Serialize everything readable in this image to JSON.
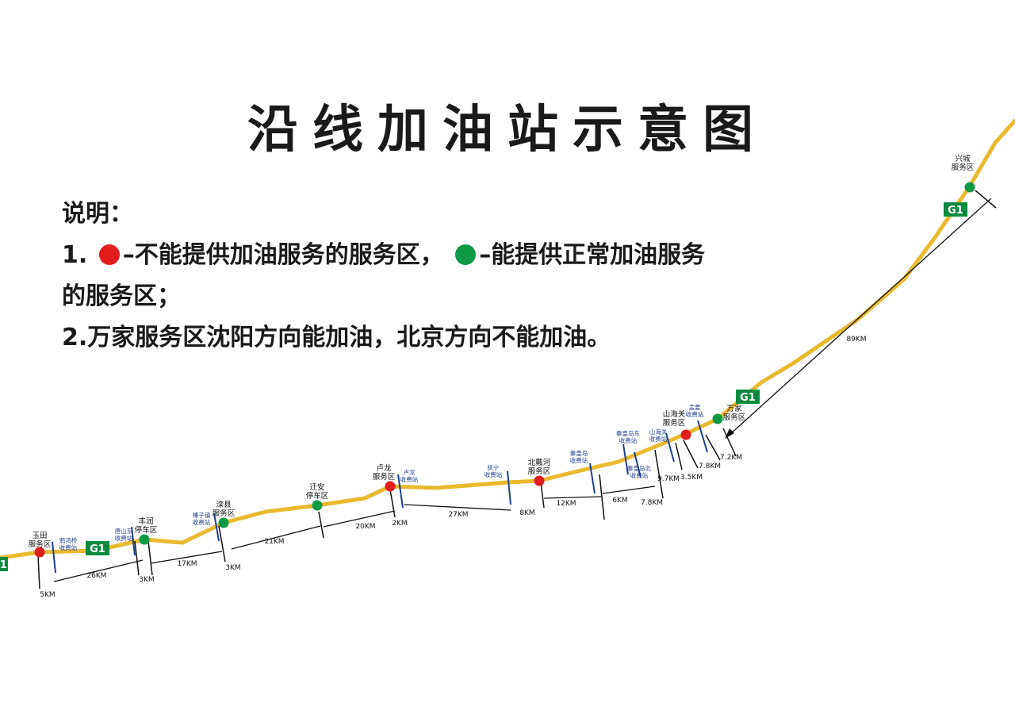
{
  "title": "沿线加油站示意图",
  "legend": {
    "heading": "说明：",
    "line1_prefix": "1.",
    "red_text": "–不能提供加油服务的服务区，",
    "green_text": "–能提供正常加油服务",
    "line1_cont": "的服务区；",
    "line2": "2.万家服务区沈阳方向能加油，北京方向不能加油。"
  },
  "colors": {
    "road": "#e9b92e",
    "red": "#e21d1d",
    "green": "#0f9a45",
    "toll_line": "#1f3f8f",
    "g1": "#0d8a3f"
  },
  "route": "G1",
  "service_areas": [
    {
      "name": [
        "玉田",
        "服务区"
      ],
      "status": "red"
    },
    {
      "name": [
        "丰润",
        "停车区"
      ],
      "status": "green"
    },
    {
      "name": [
        "滦县",
        "服务区"
      ],
      "status": "green"
    },
    {
      "name": [
        "迁安",
        "停车区"
      ],
      "status": "green"
    },
    {
      "name": [
        "卢龙",
        "服务区"
      ],
      "status": "red"
    },
    {
      "name": [
        "北戴河",
        "服务区"
      ],
      "status": "red"
    },
    {
      "name": [
        "山海关",
        "服务区"
      ],
      "status": "red"
    },
    {
      "name": [
        "万家",
        "服务区"
      ],
      "status": "green"
    },
    {
      "name": [
        "兴城",
        "服务区"
      ],
      "status": "green"
    }
  ],
  "toll_stations": [
    [
      "鸦鸿桥",
      "收费站"
    ],
    [
      "唐山东",
      "收费站"
    ],
    [
      "榛子镇",
      "收费站"
    ],
    [
      "卢龙",
      "收费站"
    ],
    [
      "抚宁",
      "收费站"
    ],
    [
      "秦皇岛",
      "收费站"
    ],
    [
      "秦皇岛东",
      "收费站"
    ],
    [
      "秦皇岛北",
      "收费站"
    ],
    [
      "山海关",
      "收费站"
    ],
    [
      "孟姜",
      "收费站"
    ]
  ],
  "distances": [
    "5KM",
    "26KM",
    "3KM",
    "17KM",
    "3KM",
    "21KM",
    "20KM",
    "2KM",
    "27KM",
    "8KM",
    "12KM",
    "6KM",
    "7.8KM",
    "9.7KM",
    "3.5KM",
    "7.8KM",
    "7.2KM",
    "89KM"
  ]
}
